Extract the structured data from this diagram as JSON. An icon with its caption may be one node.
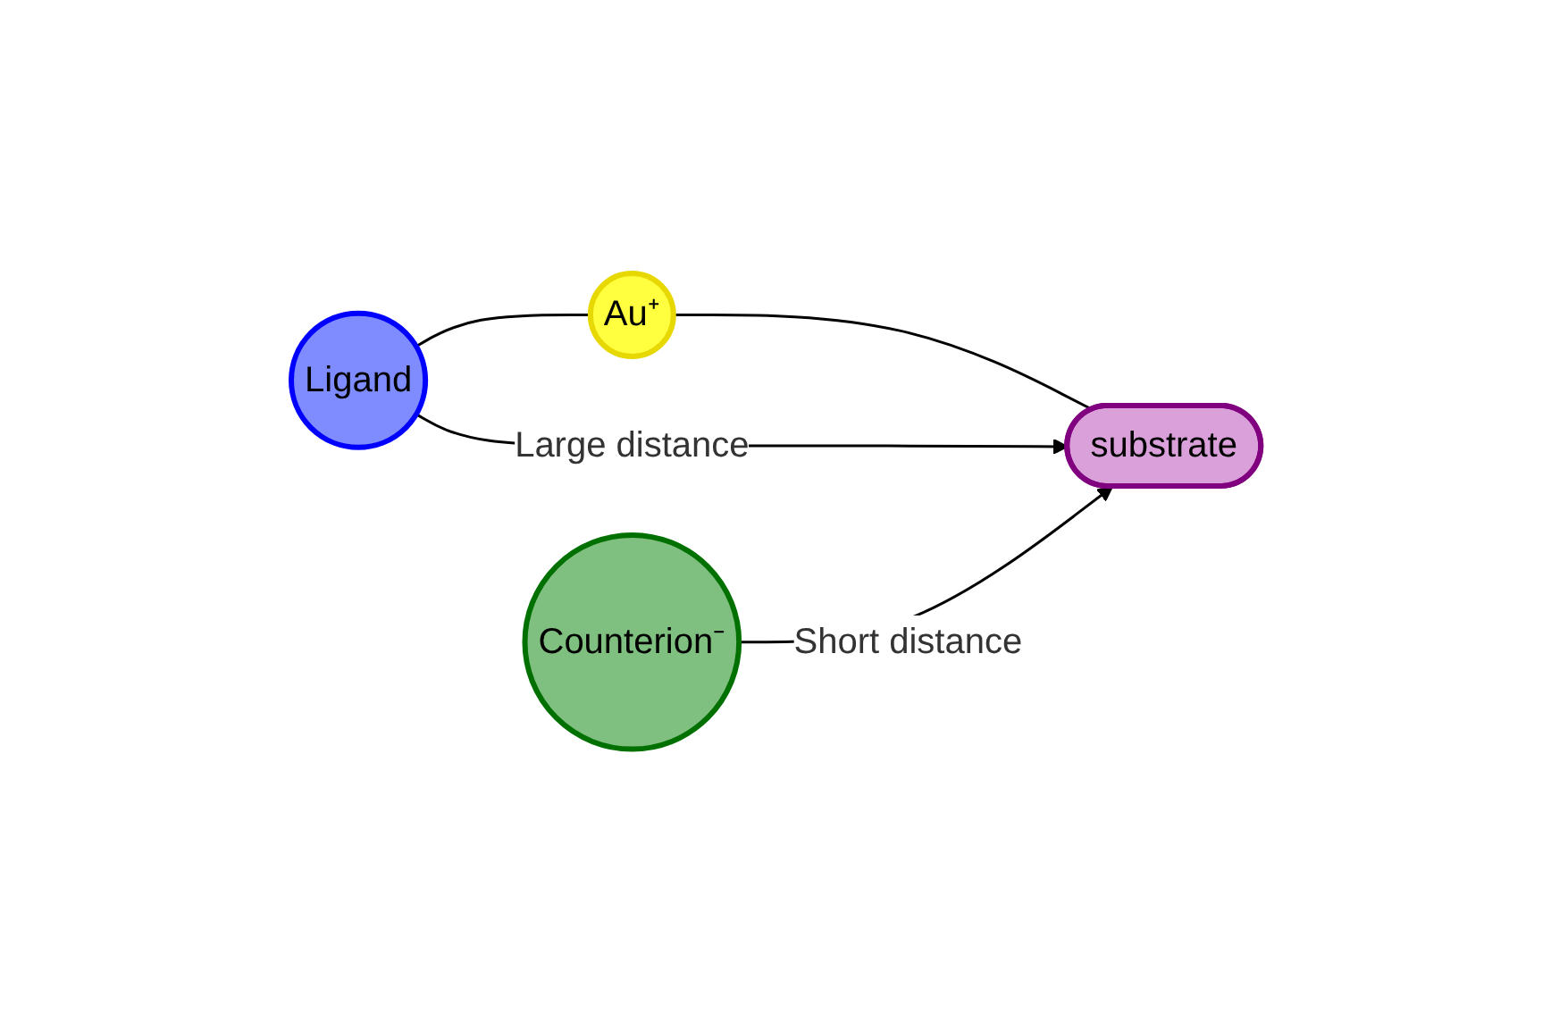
{
  "diagram": {
    "nodes": [
      {
        "text": [
          "Ligand"
        ]
      },
      {
        "text": [
          "Au⁺"
        ]
      },
      {
        "text": [
          "Counterion⁻"
        ]
      },
      {
        "text": [
          "substrate"
        ]
      }
    ],
    "edges": [
      {
        "from": 0,
        "to": 1,
        "arrow": "none"
      },
      {
        "from": 1,
        "to": 3,
        "arrow": "none"
      },
      {
        "from": 0,
        "to": 3,
        "arrow": "to",
        "label": "Large distance"
      },
      {
        "from": 2,
        "to": 3,
        "arrow": "to",
        "label": "Short distance"
      }
    ]
  }
}
